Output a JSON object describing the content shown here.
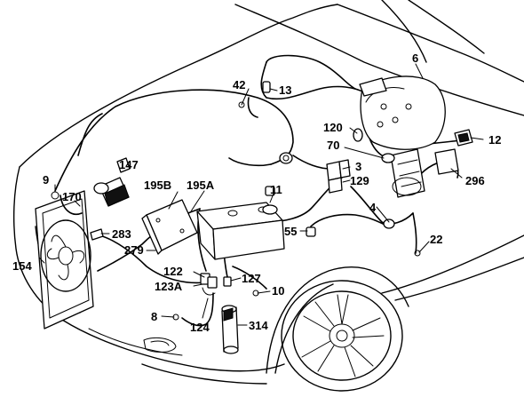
{
  "callouts": [
    {
      "id": "c6",
      "text": "6"
    },
    {
      "id": "c42",
      "text": "42"
    },
    {
      "id": "c13",
      "text": "13"
    },
    {
      "id": "c120",
      "text": "120"
    },
    {
      "id": "c12",
      "text": "12"
    },
    {
      "id": "c70",
      "text": "70"
    },
    {
      "id": "c147",
      "text": "147"
    },
    {
      "id": "c3",
      "text": "3"
    },
    {
      "id": "c129",
      "text": "129"
    },
    {
      "id": "c296",
      "text": "296"
    },
    {
      "id": "c9",
      "text": "9"
    },
    {
      "id": "c170",
      "text": "170"
    },
    {
      "id": "c195B",
      "text": "195B"
    },
    {
      "id": "c195A",
      "text": "195A"
    },
    {
      "id": "c11",
      "text": "11"
    },
    {
      "id": "c4",
      "text": "4"
    },
    {
      "id": "c283",
      "text": "283"
    },
    {
      "id": "c55",
      "text": "55"
    },
    {
      "id": "c22",
      "text": "22"
    },
    {
      "id": "c279",
      "text": "279"
    },
    {
      "id": "c154",
      "text": "154"
    },
    {
      "id": "c122",
      "text": "122"
    },
    {
      "id": "c127",
      "text": "127"
    },
    {
      "id": "c123A",
      "text": "123A"
    },
    {
      "id": "c10",
      "text": "10"
    },
    {
      "id": "c8",
      "text": "8"
    },
    {
      "id": "c124",
      "text": "124"
    },
    {
      "id": "c314",
      "text": "314"
    }
  ],
  "colors": {
    "ink": "#000000",
    "background": "#ffffff"
  }
}
